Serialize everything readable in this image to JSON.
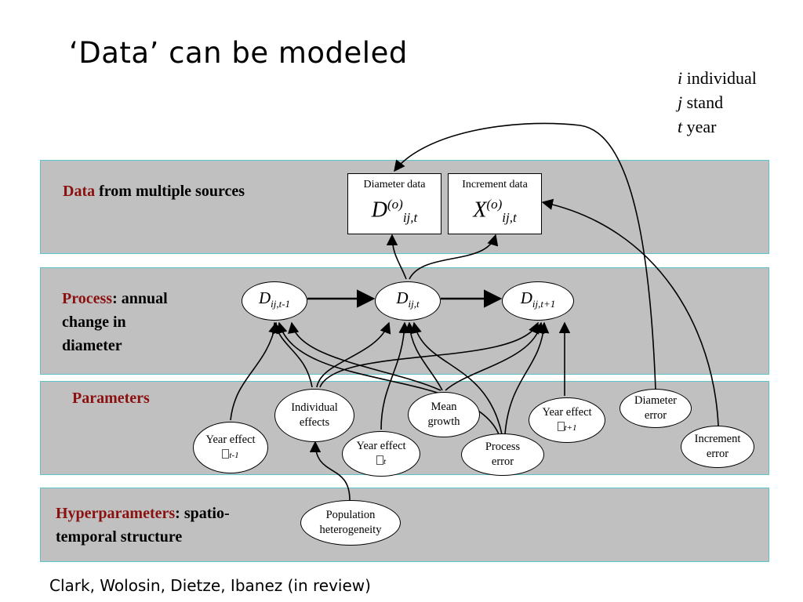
{
  "title": "‘Data’ can be modeled",
  "legend": [
    {
      "symbol": "i",
      "label": "individual"
    },
    {
      "symbol": "j",
      "label": "stand"
    },
    {
      "symbol": "t",
      "label": "year"
    }
  ],
  "bands": {
    "data": {
      "label_red": "Data",
      "label_rest": " from multiple sources"
    },
    "process": {
      "label_red": "Process",
      "label_rest_1": ": annual",
      "label_line2": "change in",
      "label_line3": "diameter"
    },
    "parameters": {
      "label_red": "Parameters"
    },
    "hyper": {
      "label_red": "Hyperparameters",
      "label_rest_1": ": spatio-",
      "label_line2": "temporal structure"
    }
  },
  "data_boxes": {
    "diameter": {
      "caption": "Diameter data",
      "symbol": "D",
      "sup": "(o)",
      "sub": "ij,t"
    },
    "increment": {
      "caption": "Increment data",
      "symbol": "X",
      "sup": "(o)",
      "sub": "ij,t"
    }
  },
  "process_nodes": [
    {
      "symbol": "D",
      "sub": "ij,t-1"
    },
    {
      "symbol": "D",
      "sub": "ij,t"
    },
    {
      "symbol": "D",
      "sub": "ij,t+1"
    }
  ],
  "parameters": {
    "individual_effects": {
      "line1": "Individual",
      "line2": "effects"
    },
    "mean_growth": {
      "line1": "Mean",
      "line2": "growth"
    },
    "year_effect_prev": {
      "line1": "Year effect",
      "sub": "t-1"
    },
    "year_effect_curr": {
      "line1": "Year effect",
      "sub": "t"
    },
    "year_effect_next": {
      "line1": "Year effect",
      "sub": "t+1"
    },
    "process_error": {
      "line1": "Process",
      "line2": "error"
    },
    "diameter_error": {
      "line1": "Diameter",
      "line2": "error"
    },
    "increment_error": {
      "line1": "Increment",
      "line2": "error"
    }
  },
  "hyperparameters": {
    "population_heterogeneity": {
      "line1": "Population",
      "line2": "heterogeneity"
    }
  },
  "citation": "Clark, Wolosin, Dietze, Ibanez (in review)"
}
